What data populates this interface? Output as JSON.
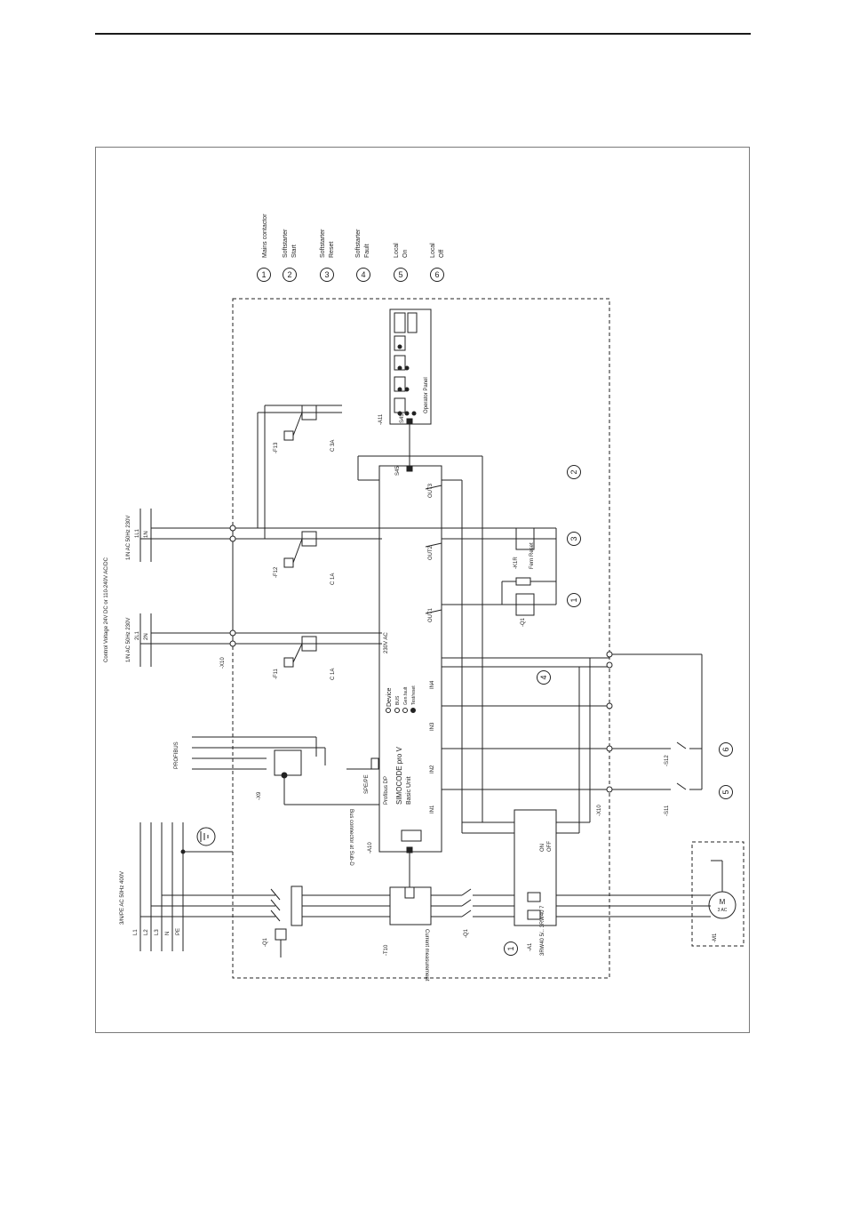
{
  "legend": [
    {
      "num": "1",
      "lines": [
        "Mains contactor"
      ]
    },
    {
      "num": "2",
      "lines": [
        "Softstarter",
        "Start"
      ]
    },
    {
      "num": "3",
      "lines": [
        "Softstarter",
        "Reset"
      ]
    },
    {
      "num": "4",
      "lines": [
        "Softstarter",
        "Fault"
      ]
    },
    {
      "num": "5",
      "lines": [
        "Local",
        "On"
      ]
    },
    {
      "num": "6",
      "lines": [
        "Local",
        "Off"
      ]
    }
  ],
  "supply": {
    "control_voltage": "Control Voltage 24V DC or 110-240V AC/DC",
    "supply1": "1/N AC 50Hz 230V",
    "supply2": "1/N AC 50Hz 230V",
    "mains": "3/N/PE AC 50Hz 400V",
    "L1": "L1",
    "L2": "L2",
    "L3": "L3",
    "N": "N",
    "PE": "PE",
    "n1": "1N",
    "l1": "1L1",
    "n2": "2N",
    "l2": "2L1"
  },
  "labels": {
    "x10": "-X10",
    "f11": "-F11",
    "f12": "-F12",
    "f13": "-F13",
    "c1a": "C 1A",
    "c1a2": "C 1A",
    "c3a": "C 3A",
    "a11": "-A11",
    "operator_panel": "Operator Panel",
    "s45": "S45",
    "a10": "-A10",
    "simocode": "SIMOCODE pro V",
    "basic_unit": "Basic Unit",
    "profibus_dp": "Profibus DP",
    "device": "Device",
    "bus": "BUS",
    "gen_fault": "Gen.fault",
    "test_reset": "Test/reset",
    "v230": "230V AC",
    "out1": "OUT1",
    "out2": "OUT2",
    "out3": "OUT3",
    "in1": "IN1",
    "in2": "IN2",
    "in3": "IN3",
    "in4": "IN4",
    "x9": "-X9",
    "profibus": "PROFIBUS",
    "bus_conn": "Bus connector at Sub-D",
    "spe": "SPE/PE",
    "t10": "-T10",
    "current_meas": "Current measurement",
    "q1": "-Q1",
    "q1b": "-Q1",
    "a1": "-A1",
    "a1_type": "3RW40 5/.. 3RW40 7",
    "m1": "-M1",
    "motor": "M",
    "motor_sub": "3 AC",
    "s11": "-S11",
    "s12": "-S12",
    "x10b": "-X10",
    "k1r": "-K1R",
    "fern": "Fern Reset",
    "on": "ON",
    "off": "OFF"
  }
}
